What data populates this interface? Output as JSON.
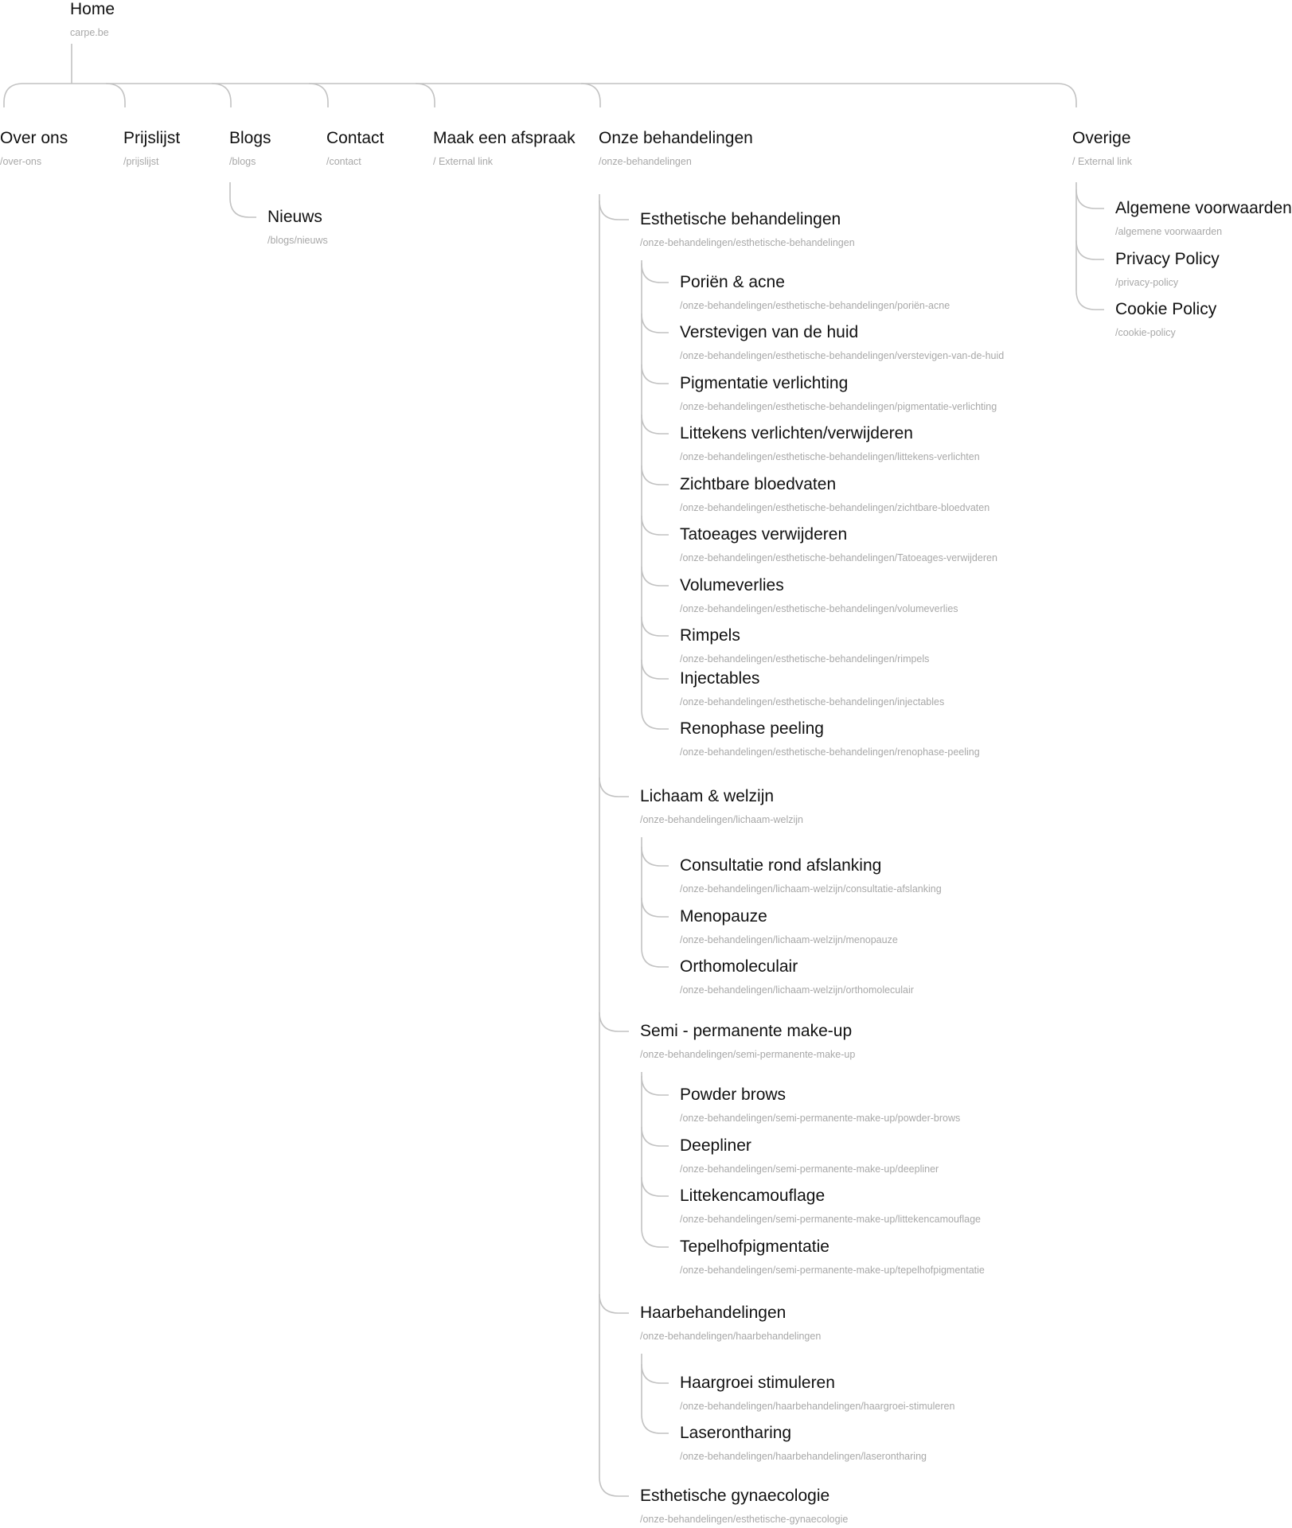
{
  "home": {
    "title": "Home",
    "url": "carpe.be"
  },
  "sections": [
    {
      "title": "Over ons",
      "url": "/over-ons",
      "children": []
    },
    {
      "title": "Prijslijst",
      "url": "/prijslijst",
      "children": []
    },
    {
      "title": "Blogs",
      "url": "/blogs",
      "children": [
        {
          "title": "Nieuws",
          "url": "/blogs/nieuws",
          "children": []
        }
      ]
    },
    {
      "title": "Contact",
      "url": "/contact",
      "children": []
    },
    {
      "title": "Maak een afspraak",
      "url": "/ External link",
      "children": []
    },
    {
      "title": "Onze behandelingen",
      "url": "/onze-behandelingen",
      "children": [
        {
          "title": "Esthetische behandelingen",
          "url": "/onze-behandelingen/esthetische-behandelingen",
          "children": [
            {
              "title": "Poriën & acne",
              "url": "/onze-behandelingen/esthetische-behandelingen/poriën-acne"
            },
            {
              "title": "Verstevigen van de huid",
              "url": "/onze-behandelingen/esthetische-behandelingen/verstevigen-van-de-huid"
            },
            {
              "title": "Pigmentatie verlichting",
              "url": "/onze-behandelingen/esthetische-behandelingen/pigmentatie-verlichting"
            },
            {
              "title": "Littekens verlichten/verwijderen",
              "url": "/onze-behandelingen/esthetische-behandelingen/littekens-verlichten"
            },
            {
              "title": "Zichtbare bloedvaten",
              "url": "/onze-behandelingen/esthetische-behandelingen/zichtbare-bloedvaten"
            },
            {
              "title": "Tatoeages verwijderen",
              "url": "/onze-behandelingen/esthetische-behandelingen/Tatoeages-verwijderen"
            },
            {
              "title": "Volumeverlies",
              "url": "/onze-behandelingen/esthetische-behandelingen/volumeverlies"
            },
            {
              "title": "Rimpels",
              "url": "/onze-behandelingen/esthetische-behandelingen/rimpels"
            },
            {
              "title": "Injectables",
              "url": "/onze-behandelingen/esthetische-behandelingen/injectables"
            },
            {
              "title": "Renophase peeling",
              "url": "/onze-behandelingen/esthetische-behandelingen/renophase-peeling"
            }
          ]
        },
        {
          "title": "Lichaam & welzijn",
          "url": "/onze-behandelingen/lichaam-welzijn",
          "children": [
            {
              "title": "Consultatie rond afslanking",
              "url": "/onze-behandelingen/lichaam-welzijn/consultatie-afslanking"
            },
            {
              "title": "Menopauze",
              "url": "/onze-behandelingen/lichaam-welzijn/menopauze"
            },
            {
              "title": "Orthomoleculair",
              "url": "/onze-behandelingen/lichaam-welzijn/orthomoleculair"
            }
          ]
        },
        {
          "title": "Semi - permanente make-up",
          "url": "/onze-behandelingen/semi-permanente-make-up",
          "children": [
            {
              "title": "Powder brows",
              "url": "/onze-behandelingen/semi-permanente-make-up/powder-brows"
            },
            {
              "title": "Deepliner",
              "url": "/onze-behandelingen/semi-permanente-make-up/deepliner"
            },
            {
              "title": "Littekencamouflage",
              "url": "/onze-behandelingen/semi-permanente-make-up/littekencamouflage"
            },
            {
              "title": "Tepelhofpigmentatie",
              "url": "/onze-behandelingen/semi-permanente-make-up/tepelhofpigmentatie"
            }
          ]
        },
        {
          "title": "Haarbehandelingen",
          "url": "/onze-behandelingen/haarbehandelingen",
          "children": [
            {
              "title": "Haargroei stimuleren",
              "url": "/onze-behandelingen/haarbehandelingen/haargroei-stimuleren"
            },
            {
              "title": "Laserontharing",
              "url": "/onze-behandelingen/haarbehandelingen/laserontharing"
            }
          ]
        },
        {
          "title": "Esthetische gynaecologie",
          "url": "/onze-behandelingen/esthetische-gynaecologie",
          "children": []
        }
      ]
    },
    {
      "title": "Overige",
      "url": "/ External link",
      "children": [
        {
          "title": "Algemene voorwaarden",
          "url": "/algemene voorwaarden",
          "children": []
        },
        {
          "title": "Privacy Policy",
          "url": "/privacy-policy",
          "children": []
        },
        {
          "title": "Cookie Policy",
          "url": "/cookie-policy",
          "children": []
        }
      ]
    }
  ]
}
